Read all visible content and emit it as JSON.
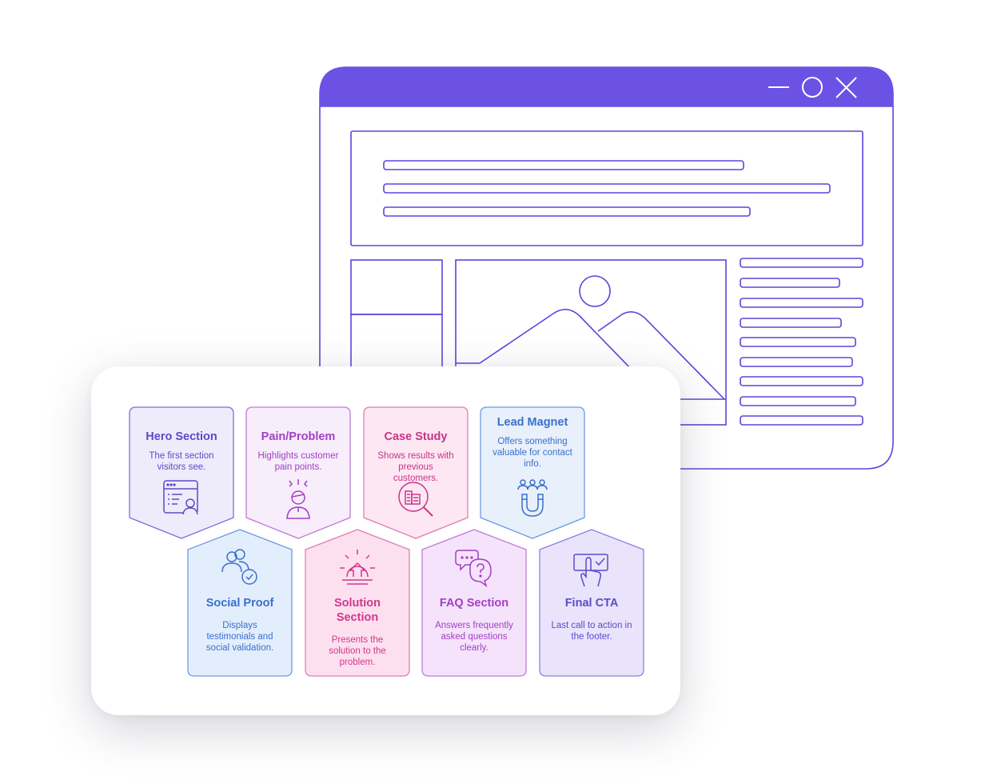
{
  "window": {
    "controls": [
      "minimize-icon",
      "maximize-icon",
      "close-icon"
    ],
    "accent_color": "#6B52E4"
  },
  "sections_top": [
    {
      "title": "Hero Section",
      "desc": "The first section visitors see.",
      "icon": "browser-user-icon",
      "color": "#5B4BC8",
      "fill": "#EEEBFB",
      "stroke": "#7E70D8"
    },
    {
      "title": "Pain/Problem",
      "desc": "Highlights customer pain points.",
      "icon": "stressed-person-icon",
      "color": "#A23FC4",
      "fill": "#F7EDFB",
      "stroke": "#C07BD8"
    },
    {
      "title": "Case Study",
      "desc": "Shows results with previous customers.",
      "icon": "magnifier-chart-icon",
      "color": "#C8348A",
      "fill": "#FDE7F2",
      "stroke": "#E07CB4"
    },
    {
      "title": "Lead Magnet",
      "desc": "Offers something valuable for contact info.",
      "icon": "magnet-people-icon",
      "color": "#3B6FCC",
      "fill": "#E8F0FC",
      "stroke": "#6E9BE2"
    }
  ],
  "sections_bottom": [
    {
      "title": "Social Proof",
      "desc": "Displays testimonials and social validation.",
      "icon": "users-check-icon",
      "color": "#3B6FCC",
      "fill": "#E3EEFD",
      "stroke": "#6E9BE2"
    },
    {
      "title": "Solution Section",
      "desc": "Presents the solution to the problem.",
      "icon": "sunrise-arrow-icon",
      "color": "#D2368E",
      "fill": "#FDE0EF",
      "stroke": "#E07CB4"
    },
    {
      "title": "FAQ Section",
      "desc": "Answers frequently asked questions clearly.",
      "icon": "chat-question-icon",
      "color": "#A23FC4",
      "fill": "#F5E3FB",
      "stroke": "#C07BD8"
    },
    {
      "title": "Final CTA",
      "desc": "Last call to action in the footer.",
      "icon": "hand-click-icon",
      "color": "#5B4BC8",
      "fill": "#E9E4FB",
      "stroke": "#8E80DC"
    }
  ]
}
